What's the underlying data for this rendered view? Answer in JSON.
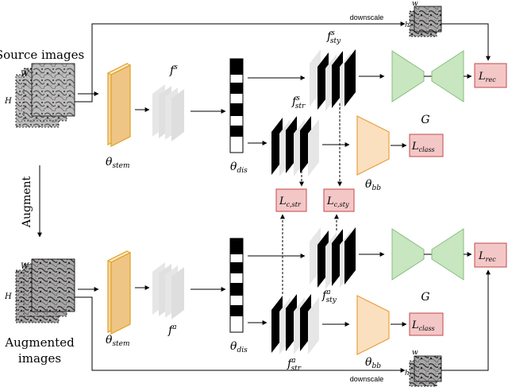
{
  "labels": {
    "source_images": "Source images",
    "augment": "Augment",
    "augmented_images_line1": "Augmented",
    "augmented_images_line2": "images",
    "downscale_top": "downscale",
    "downscale_bottom": "downscale",
    "dim_W": "W",
    "dim_H": "H",
    "dim_w": "w",
    "dim_h": "h",
    "theta": "θ",
    "stem": "stem",
    "dis": "dis",
    "bb": "bb",
    "f": "f",
    "sup_s": "s",
    "sup_a": "a",
    "sub_sty": "sty",
    "sub_str": "str",
    "G": "G",
    "L": "L",
    "rec": "rec",
    "class": "class",
    "c_str": "c,str",
    "c_sty": "c,sty"
  },
  "colors": {
    "stem_fill": "#f5d5a5",
    "stem_stroke": "#e0a020",
    "backbone_fill": "#fbe0bf",
    "backbone_stroke": "#e8a040",
    "generator_fill": "#c8e6c0",
    "generator_stroke": "#86bf7e",
    "loss_fill": "#f4c7c7",
    "loss_stroke": "#c24848",
    "feature_fill": "#e6e6e6",
    "code_fill": "#000000"
  }
}
